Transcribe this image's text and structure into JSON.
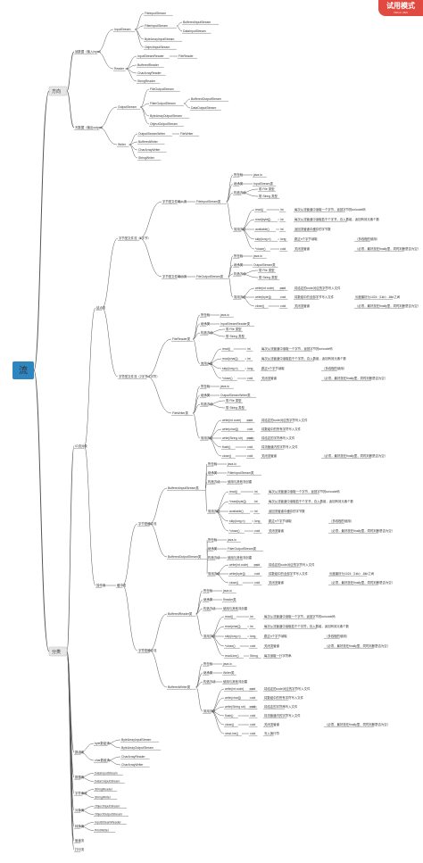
{
  "badge": {
    "title": "试用模式",
    "sub": "XMind: ZEN"
  },
  "root": "流",
  "by_direction": {
    "label": "方向",
    "input": {
      "label": "读数据（输入input）",
      "input_stream": {
        "label": "InputStream",
        "file": "FileInputStream",
        "filter": {
          "label": "FilterInputStream",
          "children": [
            "BufferedInputStream",
            "DataInputStream"
          ]
        },
        "byte_array": "ByteArrayInputStream",
        "object": "ObjectInputStream"
      },
      "reader": {
        "label": "Reader",
        "isr": {
          "label": "InputStreamReader",
          "child": "FileReader"
        },
        "others": [
          "BufferedReader",
          "CharArrayReader",
          "StringReader"
        ]
      }
    },
    "output": {
      "label": "写数据（输出output）",
      "output_stream": {
        "label": "OutputStream",
        "file": "FileOutputStream",
        "filter": {
          "label": "FilterOutputStream",
          "children": [
            "BufferedOutputStream",
            "DataOutputStream"
          ]
        },
        "byte_array": "ByteArrayOutputStream",
        "object": "ObjectOutputStream"
      },
      "writer": {
        "label": "Writer",
        "osw": {
          "label": "OutputStreamWriter",
          "child": "FileWriter"
        },
        "others": [
          "BufferedWriter",
          "CharArrayWriter",
          "StringWriter"
        ]
      }
    }
  },
  "by_category": {
    "label": "分类",
    "io_streams": {
      "label": "IO流对象",
      "node": {
        "label": "结点流",
        "byte_file": {
          "label": "字节型文件流（1字节）",
          "fis": {
            "label": "字节型文件输入流",
            "cls": "FileInputStream类",
            "rows": [
              [
                "所在包",
                "java.io"
              ],
              [
                "继承类",
                "InputStream类"
              ],
              [
                "构造方法",
                "带 File 类型",
                "带 String 类型"
              ],
              [
                "常用方法"
              ]
            ],
            "methods": [
              [
                "read()",
                "int",
                "每次从流管道中读取一个字节，返回字节的unicode码"
              ],
              [
                "read(byte[])",
                "int",
                "每次从流管道中读取若干个字节，存入数组，返回有效元素个数"
              ],
              [
                "available()",
                "int",
                "返回流管道中缓存的字节数"
              ],
              [
                "skip(long n)",
                "long",
                "跳过n个字节读取",
                "（多线程的使用）"
              ],
              [
                "*close()",
                "void",
                "关闭流管道",
                "（必须，最好放在finally里，同时判断是否为空）"
              ]
            ]
          },
          "fos": {
            "label": "字节型文件输出流",
            "cls": "FileOutputStream类",
            "rows": [
              [
                "所在包",
                "java.io"
              ],
              [
                "继承类",
                "OutputStream类"
              ],
              [
                "构造方法",
                "带 File 类型",
                "带 String 类型"
              ],
              [
                "常用方法"
              ]
            ],
            "methods": [
              [
                "write(int code)",
                "void",
                "将给定的code对应的字符写入文件"
              ],
              [
                "write(byte[])",
                "void",
                "将数组中的全部字节写入文件",
                "长度最好为1024（1kb）-8kb之间"
              ],
              [
                "close()",
                "void",
                "关闭流管道",
                "（必须，最好放在finally里，同时判断是否为空）"
              ]
            ]
          }
        },
        "char_file": {
          "label": "字符型文件流（2字节-1字符）",
          "fr": {
            "cls": "FileReader类",
            "rows": [
              [
                "所在包",
                "java.io"
              ],
              [
                "继承类",
                "InputStreamReader类"
              ],
              [
                "构造方法",
                "带 File 类型",
                "带 String 类型"
              ],
              [
                "常用方法"
              ]
            ],
            "methods": [
              [
                "read()",
                "int",
                "每次从流管道中读取一个字节，返回字节的unicode码"
              ],
              [
                "read(char[])",
                "int",
                "每次从流管道中读取若干个字符，存入数组，返回有效元素个数"
              ],
              [
                "skip(long n)",
                "long",
                "跳过n个字节读取",
                "（多线程的使用）"
              ],
              [
                "*close()",
                "void",
                "关闭流管道",
                "（必须，最好放在finally里，同时判断是否为空）"
              ]
            ]
          },
          "fw": {
            "cls": "FileWriter类",
            "rows": [
              [
                "所在包",
                "java.io"
              ],
              [
                "继承类",
                "OutputStreamWriter类"
              ],
              [
                "构造方法",
                "带 File 类型",
                "带 String 类型"
              ],
              [
                "常用方法"
              ]
            ],
            "methods": [
              [
                "write(int code)",
                "void",
                "将给定的code对应的字符写入文件"
              ],
              [
                "write(char[])",
                "void",
                "将数组中的所有字符写入文件"
              ],
              [
                "write(String str)",
                "void",
                "将给定的字符串写入文件"
              ],
              [
                "flush()",
                "void",
                "将流管道内的字符写入文件"
              ],
              [
                "close()",
                "void",
                "关闭流管道",
                "（必须，最好放在finally里，同时判断是否为空）"
              ]
            ]
          }
        }
      },
      "wrapper": {
        "label": "操作流",
        "buffer": "缓冲流",
        "byte_buffer": {
          "label": "字节型缓冲流",
          "bis": {
            "cls": "BufferedInputStream类",
            "rows": [
              [
                "所在包",
                "java.io"
              ],
              [
                "继承类",
                "FilterInputStream类"
              ],
              [
                "构造方法",
                "使用与其他流创建"
              ],
              [
                "常用方法"
              ]
            ],
            "methods": [
              [
                "read()",
                "int",
                "每次从流管道中读取一个字节，返回字节的unicode码"
              ],
              [
                "*read(byte[])",
                "int",
                "每次从流管道中读取若干个字节，存入数组，返回有效元素个数"
              ],
              [
                "available()",
                "int",
                "返回流管道中缓存的字节数"
              ],
              [
                "skip(long n)",
                "long",
                "跳过n个字节读取",
                "（多线程的使用）"
              ],
              [
                "*close()",
                "void",
                "关闭流管道",
                "（必须，最好放在finally里，同时判断是否为空）"
              ]
            ]
          },
          "bos": {
            "cls": "BufferedOutputStream类",
            "rows": [
              [
                "所在包",
                "java.io"
              ],
              [
                "继承类",
                "FilterOutputStream类"
              ],
              [
                "构造方法",
                "使用与其他流创建"
              ],
              [
                "常用方法"
              ]
            ],
            "methods": [
              [
                "write(int code)",
                "void",
                "将给定的code对应的字符写入文件"
              ],
              [
                "write(byte[])",
                "void",
                "将数组中的全部字节写入文件",
                "长度最好为1024（1kb）-8kb之间"
              ],
              [
                "close()",
                "void",
                "关闭流管道",
                "（必须，最好放在finally里，同时判断是否为空）"
              ]
            ]
          }
        },
        "char_buffer": {
          "label": "字符型缓冲流",
          "br": {
            "cls": "BufferedReader类",
            "rows": [
              [
                "所在包",
                "java.io"
              ],
              [
                "继承类",
                "Reader类"
              ],
              [
                "构造方法",
                "使用与其他流创建"
              ],
              [
                "常用方法"
              ]
            ],
            "methods": [
              [
                "read()",
                "int",
                "每次从流管道中读取一个字节，返回字节的unicode码"
              ],
              [
                "read(char[])",
                "int",
                "每次从流管道中读取若干个字符，存入数组，返回有效元素个数"
              ],
              [
                "skip(long n)",
                "long",
                "跳过n个字节读取",
                "（多线程的使用）"
              ],
              [
                "*close()",
                "void",
                "关闭流管道",
                "（必须，最好放在finally里，同时判断是否为空）"
              ],
              [
                "readLine()",
                "String",
                "每次读取一行字符串"
              ]
            ]
          },
          "bw": {
            "cls": "BufferedWriter类",
            "rows": [
              [
                "所在包",
                "java.io"
              ],
              [
                "继承类",
                "Writer类"
              ],
              [
                "构造方法",
                "使用与其他流创建"
              ],
              [
                "常用方法"
              ]
            ],
            "methods": [
              [
                "write(int code)",
                "void",
                "将给定的code对应的字符写入文件"
              ],
              [
                "write(char[])",
                "void",
                "将数组中的所有字符写入文件"
              ],
              [
                "write(String str)",
                "void",
                "将给定的字符串写入文件"
              ],
              [
                "flush()",
                "void",
                "将流管道内的字符写入文件"
              ],
              [
                "close()",
                "void",
                "关闭流管道",
                "（必须，最好放在finally里，同时判断是否为空）"
              ],
              [
                "newLine()",
                "void",
                "写入换行符"
              ]
            ]
          }
        }
      }
    },
    "array_streams": {
      "label": "数组流",
      "byte": {
        "label": "byte数组流",
        "items": [
          "ByteArrayInputStream",
          "ByteArrayOutputStream"
        ]
      },
      "char": {
        "label": "char数组流",
        "items": [
          "CharArrayReader",
          "CharArrayWriter"
        ]
      }
    },
    "data_streams": {
      "label": "数据流",
      "items": [
        "DataInputStream",
        "DataOutputStream"
      ]
    },
    "string_streams": {
      "label": "字符串流",
      "items": [
        "StringReader",
        "StringWriter"
      ]
    },
    "object_streams": {
      "label": "对象流",
      "items": [
        "ObjectInputStream",
        "ObjectOutputStream"
      ]
    },
    "convert_streams": {
      "label": "转换流",
      "items": [
        "InputStreamReader",
        "PrintWriter"
      ]
    },
    "pipe": "管道流",
    "print": "打印流"
  },
  "colors": {
    "line": "#555555",
    "root_fill": "#2e86c1",
    "root_text": "#ffffff",
    "main_fill": "#e6e6e6",
    "main_stroke": "#bbbbbb",
    "text": "#333333",
    "badge": "#e04a40"
  }
}
